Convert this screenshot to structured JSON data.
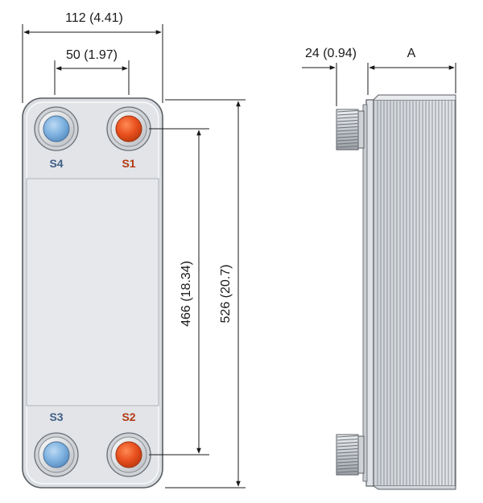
{
  "dimensions": {
    "overall_width": "112 (4.41)",
    "port_spacing": "50 (1.97)",
    "connection_length": "24 (0.94)",
    "pack_length": "A",
    "port_centers_height": "466 (18.34)",
    "overall_height": "526 (20.7)"
  },
  "ports": {
    "s1": {
      "label": "S1",
      "color": "#e8501e"
    },
    "s2": {
      "label": "S2",
      "color": "#e8501e"
    },
    "s3": {
      "label": "S3",
      "color": "#7fb2e0"
    },
    "s4": {
      "label": "S4",
      "color": "#7fb2e0"
    }
  },
  "colors": {
    "plate_frame": "#d6d9dd",
    "plate_face": "#e6e8eb",
    "outline": "#5a5e63",
    "dimension_line": "#1a1a1a",
    "cold_label": "#3f5f86",
    "hot_label": "#b23a12"
  }
}
